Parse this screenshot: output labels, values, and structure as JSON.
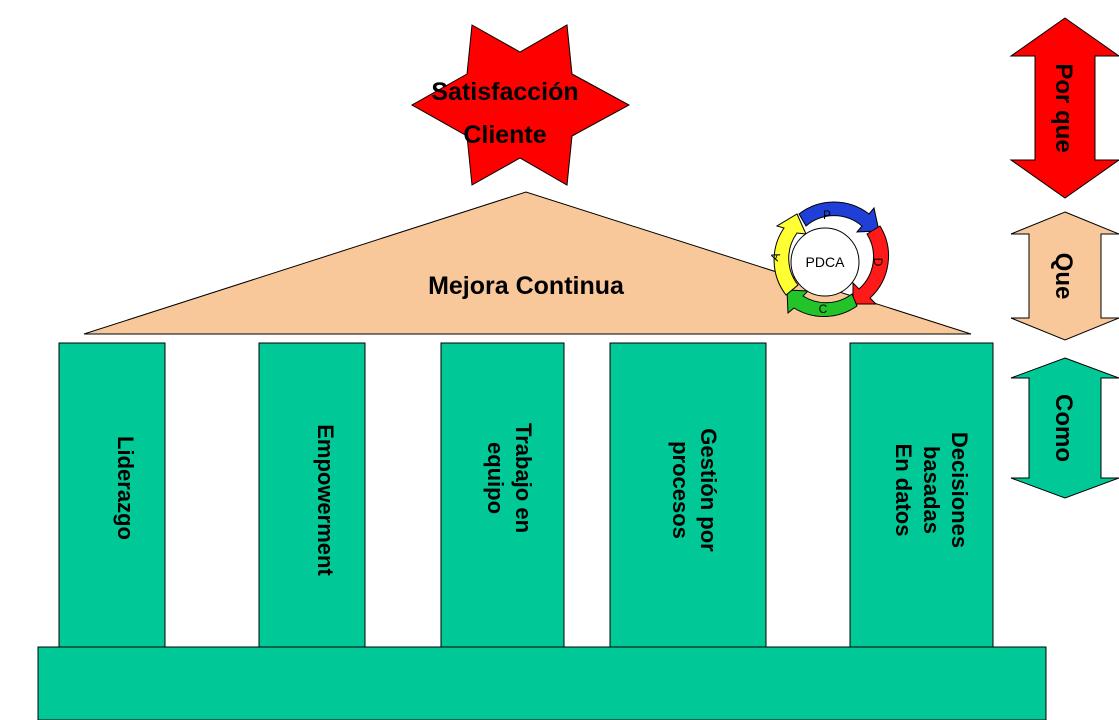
{
  "star": {
    "line1": "Satisfacción",
    "line2": "Cliente",
    "color": "#ff0000"
  },
  "roof": {
    "label": "Mejora Continua",
    "color": "#f9c89a"
  },
  "pdca": {
    "center": "PDCA",
    "segments": [
      {
        "letter": "P",
        "color": "#1f3fd6"
      },
      {
        "letter": "D",
        "color": "#ff1a1a"
      },
      {
        "letter": "C",
        "color": "#22c42a"
      },
      {
        "letter": "A",
        "color": "#ffff33"
      }
    ]
  },
  "pillars": {
    "color": "#00c896",
    "items": [
      {
        "lines": [
          "Liderazgo"
        ]
      },
      {
        "lines": [
          "Empowerment"
        ]
      },
      {
        "lines": [
          "Trabajo en",
          "equipo"
        ]
      },
      {
        "lines": [
          "Gestión por",
          "procesos"
        ]
      },
      {
        "lines": [
          "Decisiones",
          "basadas",
          "En datos"
        ]
      }
    ]
  },
  "base": {
    "color": "#00c896"
  },
  "arrows": [
    {
      "label": "Por que",
      "color": "#ff0000"
    },
    {
      "label": "Que",
      "color": "#f9c89a"
    },
    {
      "label": "Como",
      "color": "#00c896"
    }
  ]
}
